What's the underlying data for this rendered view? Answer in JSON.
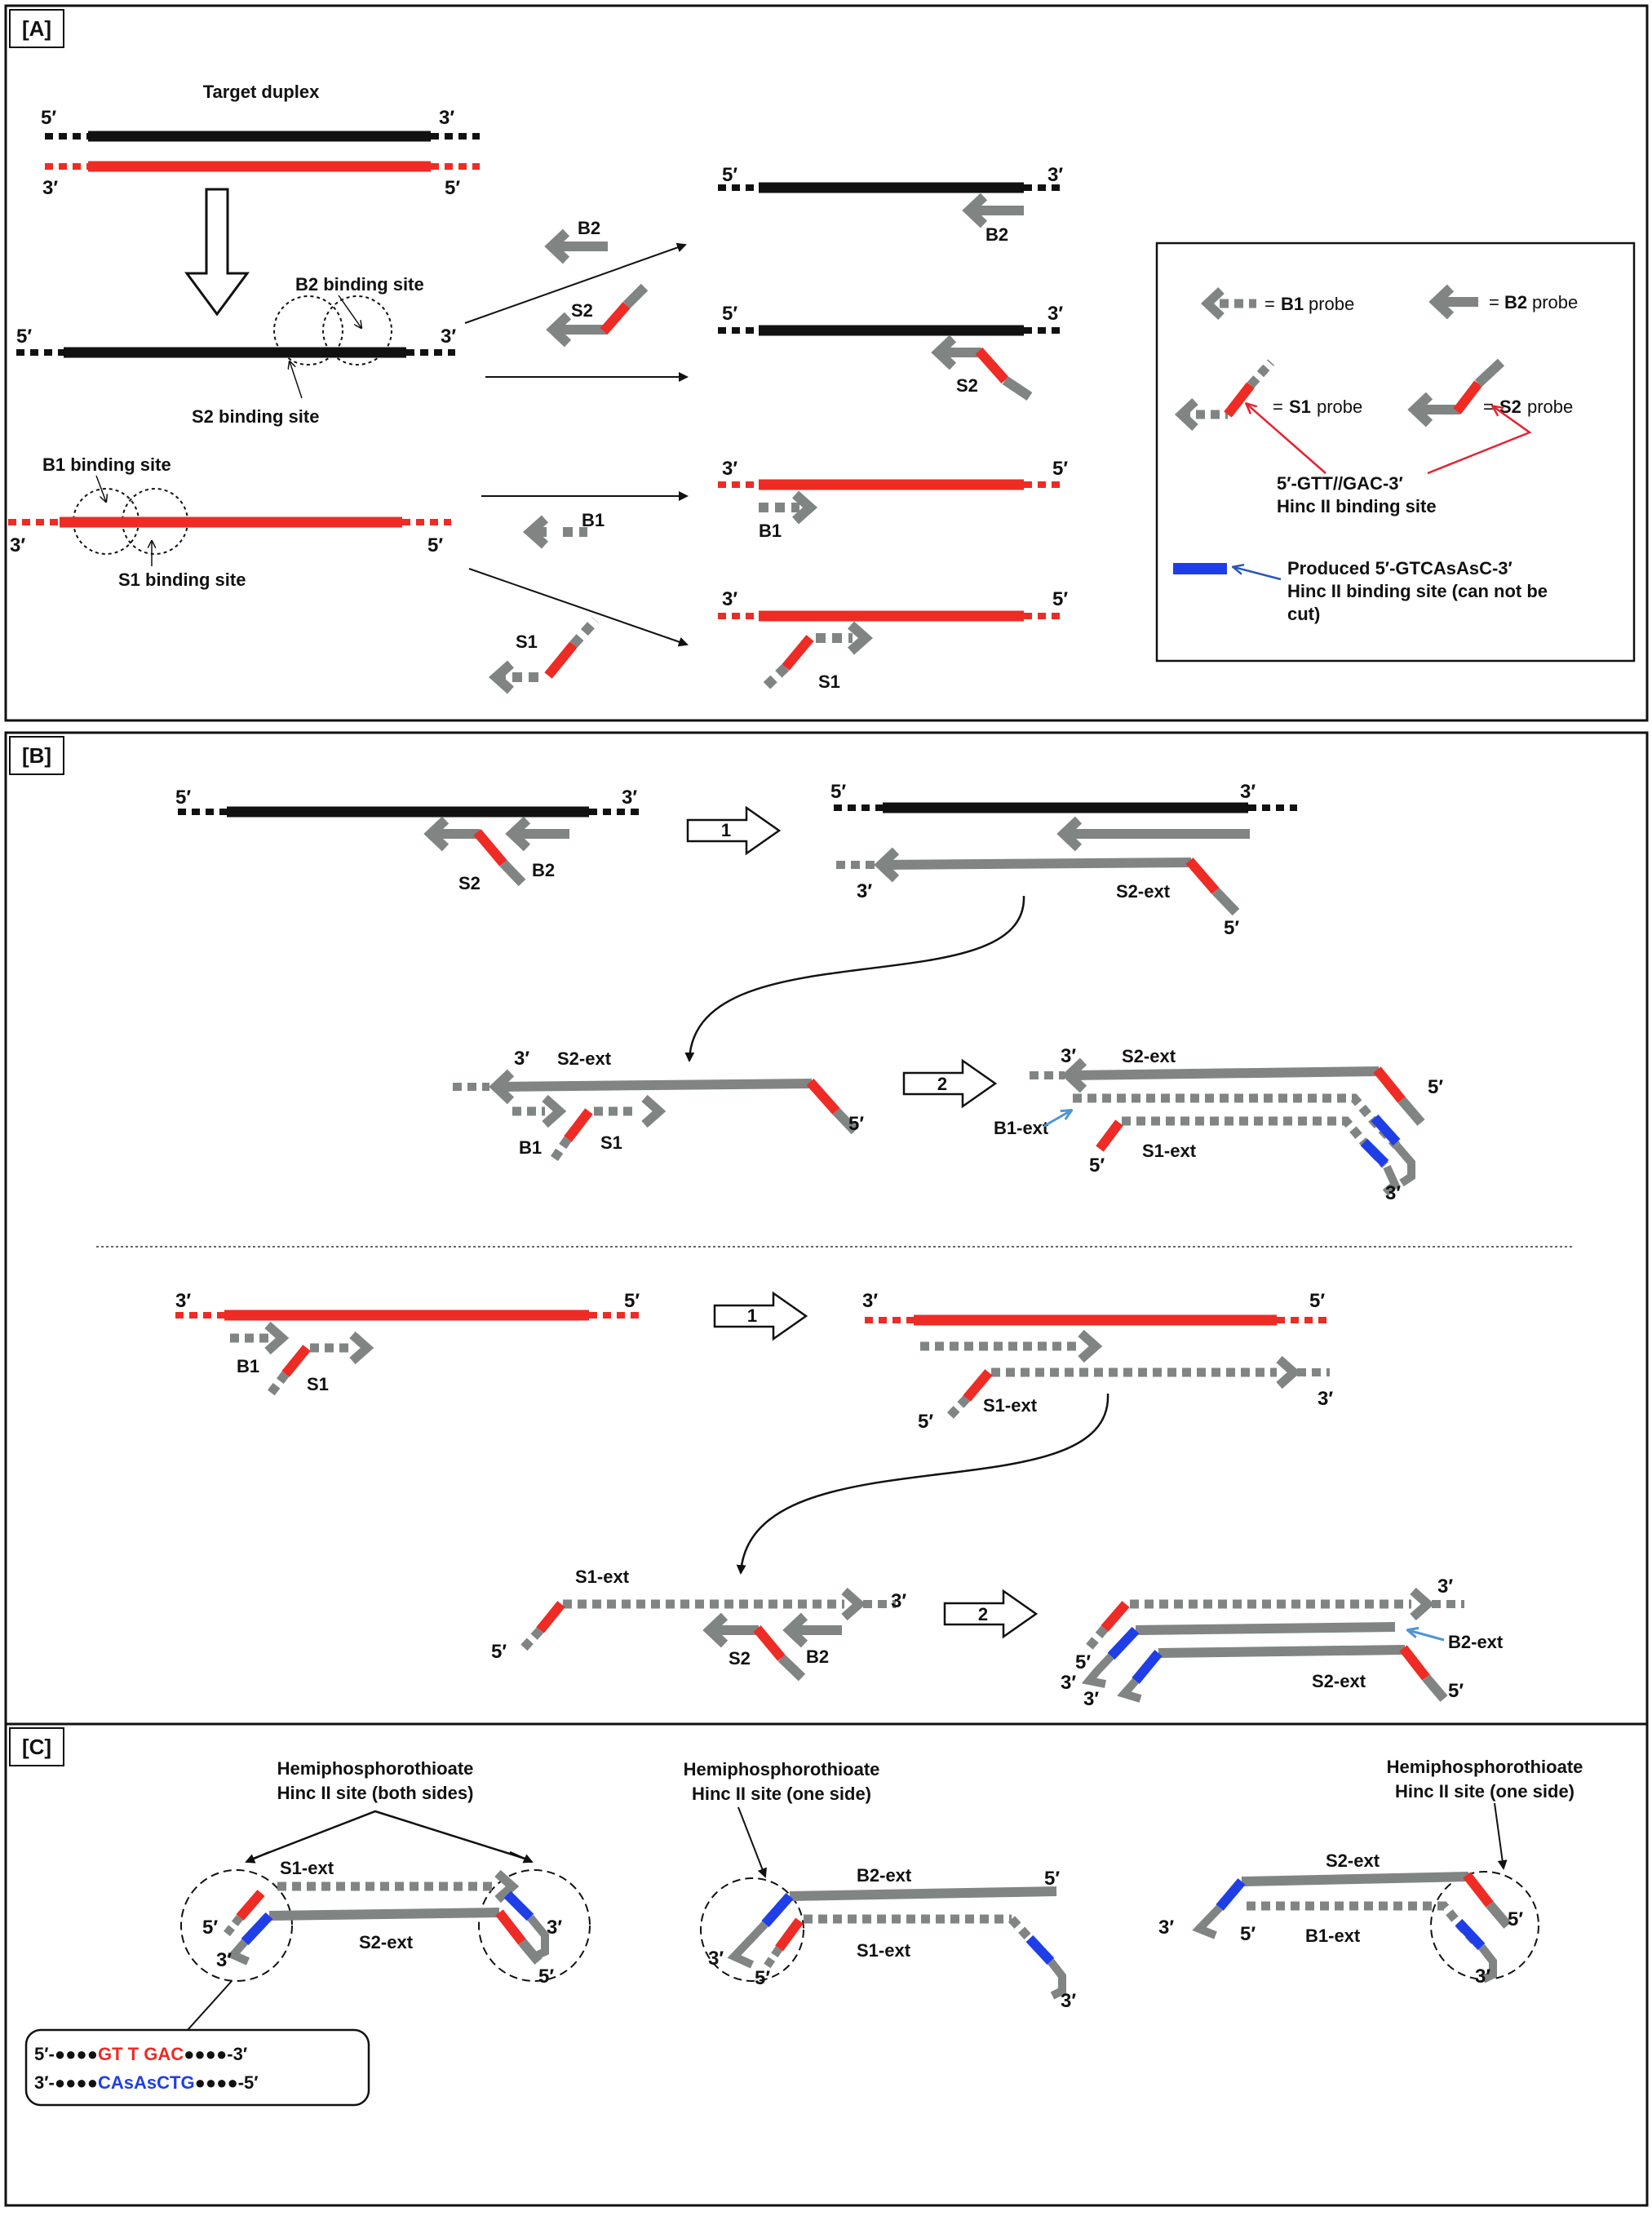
{
  "colors": {
    "black": "#000000",
    "red": "#ee2b24",
    "gray": "#808584",
    "blue": "#1f3ee8",
    "arrow_red": "#e8212f",
    "arrow_blue": "#2a57b8",
    "arrow_lightblue": "#4f95d6"
  },
  "panelA": {
    "label": "[A]",
    "target_duplex": "Target duplex",
    "five": "5′",
    "three": "3′",
    "b2_site": "B2 binding site",
    "s2_site": "S2 binding site",
    "b1_site": "B1 binding site",
    "s1_site": "S1 binding site",
    "B2": "B2",
    "S2": "S2",
    "B1": "B1",
    "S1": "S1",
    "legend": {
      "b1_eq": "=",
      "b1_name": "B1",
      "b1_probe": "probe",
      "b2_eq": "=",
      "b2_name": "B2",
      "b2_probe": "probe",
      "s1_eq": "=",
      "s1_name": "S1",
      "s1_probe": "probe",
      "s2_eq": "=",
      "s2_name": "S2",
      "s2_probe": "probe",
      "site_line1": "5′-GTT//GAC-3′",
      "site_line2": "Hinc II binding site",
      "produced_line1": "Produced 5′-GTCAsAsC-3′",
      "produced_line2": "Hinc II binding site (can not be",
      "produced_line3": "cut)"
    }
  },
  "panelB": {
    "label": "[B]",
    "five": "5′",
    "three": "3′",
    "S2": "S2",
    "B2": "B2",
    "B1": "B1",
    "S1": "S1",
    "s2_ext": "S2-ext",
    "s1_ext": "S1-ext",
    "b1_ext": "B1-ext",
    "b2_ext": "B2-ext",
    "step1": "1",
    "step2": "2"
  },
  "panelC": {
    "label": "[C]",
    "title1_line1": "Hemiphosphorothioate",
    "title1_line2": "Hinc II site (both sides)",
    "title2_line1": "Hemiphosphorothioate",
    "title2_line2": "Hinc II site (one side)",
    "title3_line1": "Hemiphosphorothioate",
    "title3_line2": "Hinc II site (one side)",
    "five": "5′",
    "three": "3′",
    "s1_ext": "S1-ext",
    "s2_ext": "S2-ext",
    "b2_ext": "B2-ext",
    "b1_ext": "B1-ext",
    "seq_top_prefix": "5′-●●●●",
    "seq_top_site": "GT T GAC",
    "seq_top_suffix": "●●●●-3′",
    "seq_bottom_prefix": "3′-●●●●",
    "seq_bottom_site": "CAsAsCTG",
    "seq_bottom_suffix": "●●●●-5′"
  }
}
